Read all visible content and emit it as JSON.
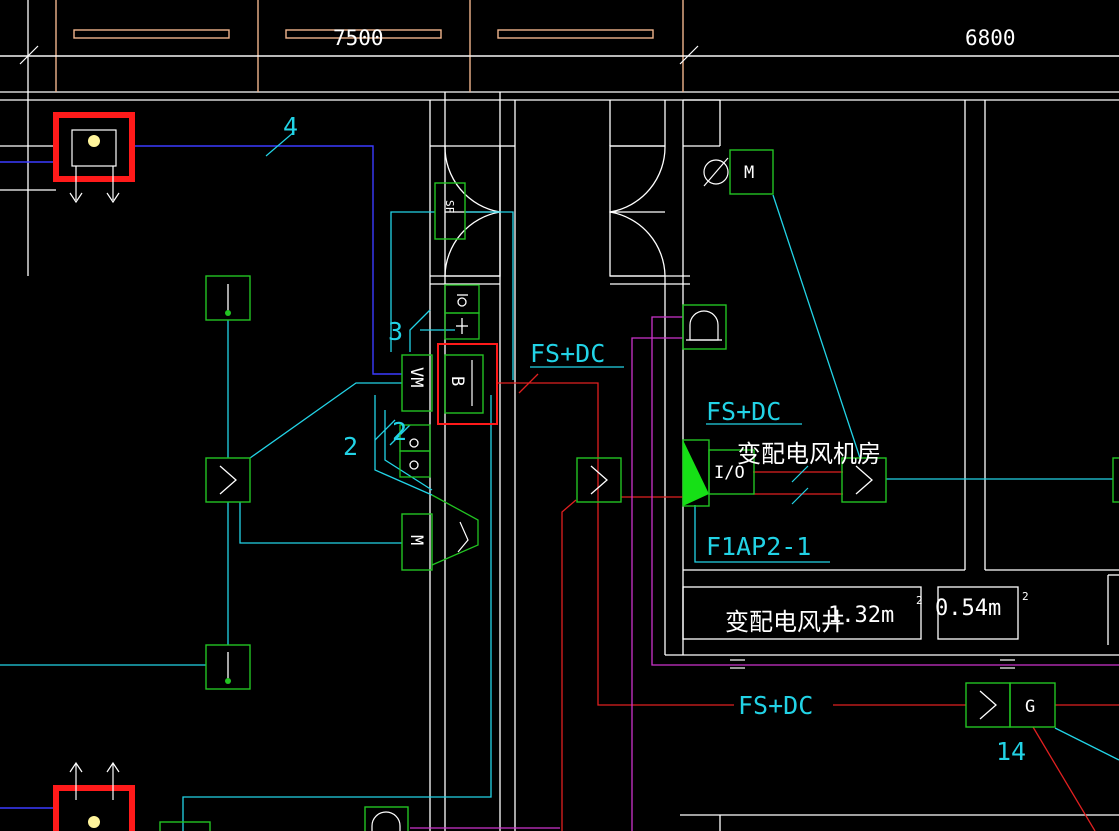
{
  "dimensions": {
    "left": "7500",
    "right": "6800"
  },
  "line_numbers": {
    "n4": "4",
    "n3": "3",
    "n2a": "2",
    "n2b": "2",
    "n14": "14"
  },
  "labels": {
    "fsdc_top": "FS+DC",
    "fsdc_mid": "FS+DC",
    "fsdc_bottom": "FS+DC",
    "panel_id": "F1AP2-1",
    "room_name": "变配电风机房",
    "shaft_name": "变配电风井",
    "area_1": "1.32m",
    "area_1_sup": "2",
    "area_2": "0.54m",
    "area_2_sup": "2"
  },
  "symbols": {
    "motor": "M",
    "valve_motor": "VM",
    "damper_b": "B",
    "fan_g": "G",
    "io": "I/O",
    "actuator_sf": "SF"
  },
  "colors": {
    "background": "#000000",
    "wall": "#ffffff",
    "blue_line": "#3b3bff",
    "cyan_line": "#22d3e6",
    "green_symbol": "#22c322",
    "red_line": "#e02020",
    "magenta_line": "#cc33cc",
    "tan_line": "#f0b48c",
    "highlight": "#ff1a1a"
  }
}
